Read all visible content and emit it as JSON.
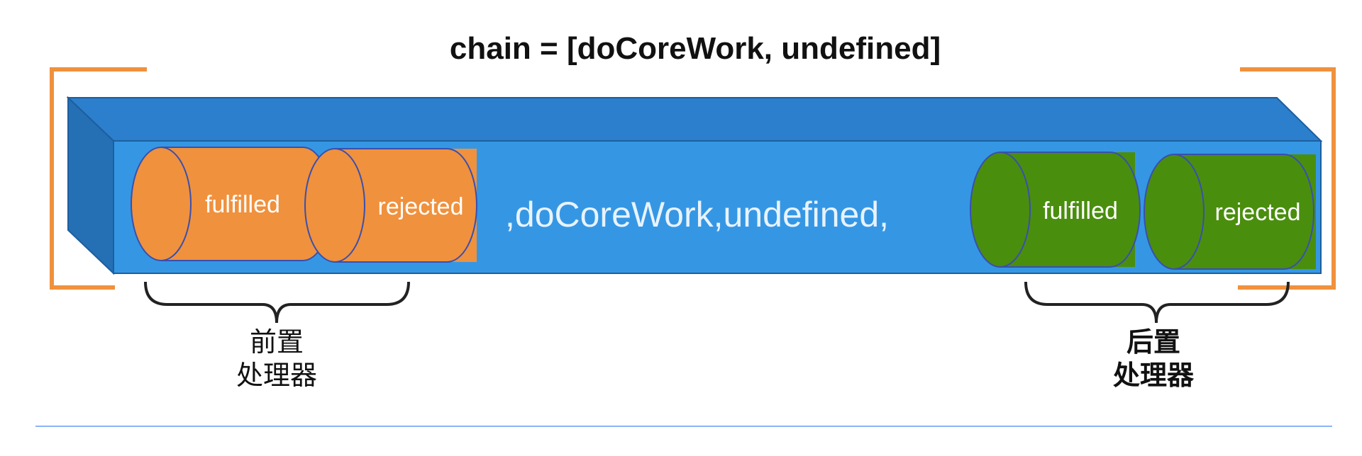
{
  "title": "chain = [doCoreWork, undefined]",
  "queue_text": ",doCoreWork,undefined,",
  "pre_handler": {
    "fulfilled_label": "fulfilled",
    "rejected_label": "rejected",
    "caption_line1": "前置",
    "caption_line2": "处理器",
    "color": "#F0913D"
  },
  "post_handler": {
    "fulfilled_label": "fulfilled",
    "rejected_label": "rejected",
    "caption_line1": "后置",
    "caption_line2": "处理器",
    "color": "#4A8E0E"
  },
  "colors": {
    "queue_front": "#3597E4",
    "queue_top": "#2B7FCC",
    "queue_side": "#256FB5",
    "bracket": "#F0913D",
    "divider": "#8AB4F8"
  }
}
